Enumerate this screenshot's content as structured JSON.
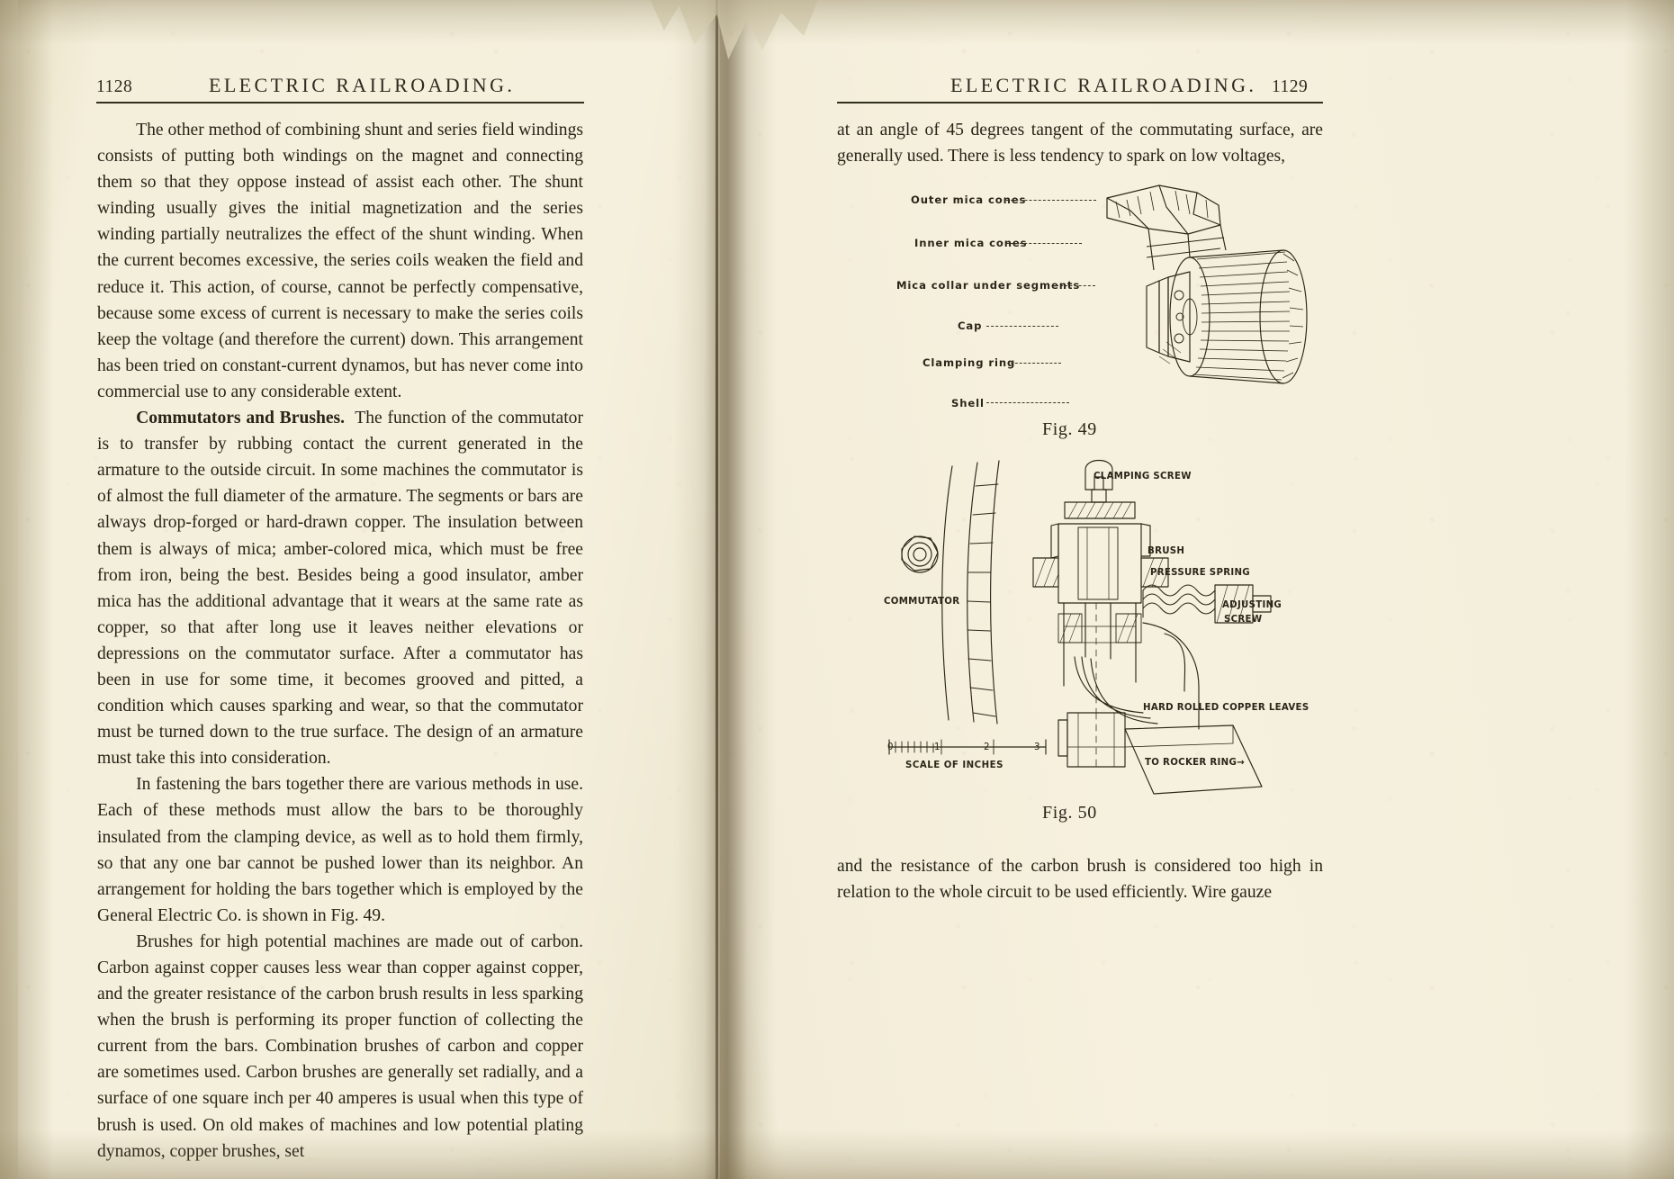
{
  "book": {
    "title": "ELECTRIC RAILROADING."
  },
  "left_page": {
    "folio": "1128",
    "running_head": "ELECTRIC RAILROADING.",
    "paragraphs": [
      "The other method of combining shunt and series field windings consists of putting both windings on the magnet and connecting them so that they oppose instead of assist each other. The shunt winding usually gives the initial magnetization and the series winding partially neutralizes the effect of the shunt winding. When the current becomes excessive, the series coils weaken the field and reduce it. This action, of course, cannot be perfectly compensative, because some excess of current is necessary to make the series coils keep the voltage (and therefore the current) down. This arrangement has been tried on constant-current dynamos, but has never come into commercial use to any considerable extent.",
      "The function of the commutator is to transfer by rubbing contact the current generated in the armature to the outside circuit. In some machines the commutator is of almost the full diameter of the armature. The segments or bars are always drop-forged or hard-drawn copper. The insulation between them is always of mica; amber-colored mica, which must be free from iron, being the best. Besides being a good insulator, amber mica has the additional advantage that it wears at the same rate as copper, so that after long use it leaves neither elevations or depressions on the commutator surface. After a commutator has been in use for some time, it becomes grooved and pitted, a condition which causes sparking and wear, so that the commutator must be turned down to the true surface. The design of an armature must take this into consideration.",
      "In fastening the bars together there are various methods in use. Each of these methods must allow the bars to be thoroughly insulated from the clamping device, as well as to hold them firmly, so that any one bar cannot be pushed lower than its neighbor. An arrangement for holding the bars together which is employed by the General Electric Co. is shown in Fig. 49.",
      "Brushes for high potential machines are made out of carbon. Carbon against copper causes less wear than copper against copper, and the greater resistance of the carbon brush results in less sparking when the brush is performing its proper function of collecting the current from the bars. Combination brushes of carbon and copper are sometimes used. Carbon brushes are generally set radially, and a surface of one square inch per 40 amperes is usual when this type of brush is used. On old makes of machines and low potential plating dynamos, copper brushes, set"
    ],
    "heading_run_in": "Commutators and Brushes."
  },
  "right_page": {
    "folio": "1129",
    "running_head": "ELECTRIC RAILROADING.",
    "top_paragraph": "at an angle of 45 degrees tangent of the commutating surface, are generally used.  There is less tendency to spark on low voltages,",
    "bottom_paragraph": "and the resistance of the carbon brush is considered too high in relation to the whole circuit to be used efficiently.  Wire gauze",
    "figure_49": {
      "caption": "Fig. 49",
      "labels": [
        "Outer mica cones",
        "Inner mica cones",
        "Mica collar under segments",
        "Cap",
        "Clamping ring",
        "Shell"
      ]
    },
    "figure_50": {
      "caption": "Fig. 50",
      "labels": [
        "CLAMPING SCREW",
        "BRUSH",
        "PRESSURE SPRING",
        "ADJUSTING",
        "SCREW",
        "COMMUTATOR",
        "HARD ROLLED COPPER LEAVES",
        "TO ROCKER RING→",
        "SCALE OF INCHES"
      ],
      "scale_ticks": [
        "0",
        "1",
        "2",
        "3"
      ]
    }
  }
}
